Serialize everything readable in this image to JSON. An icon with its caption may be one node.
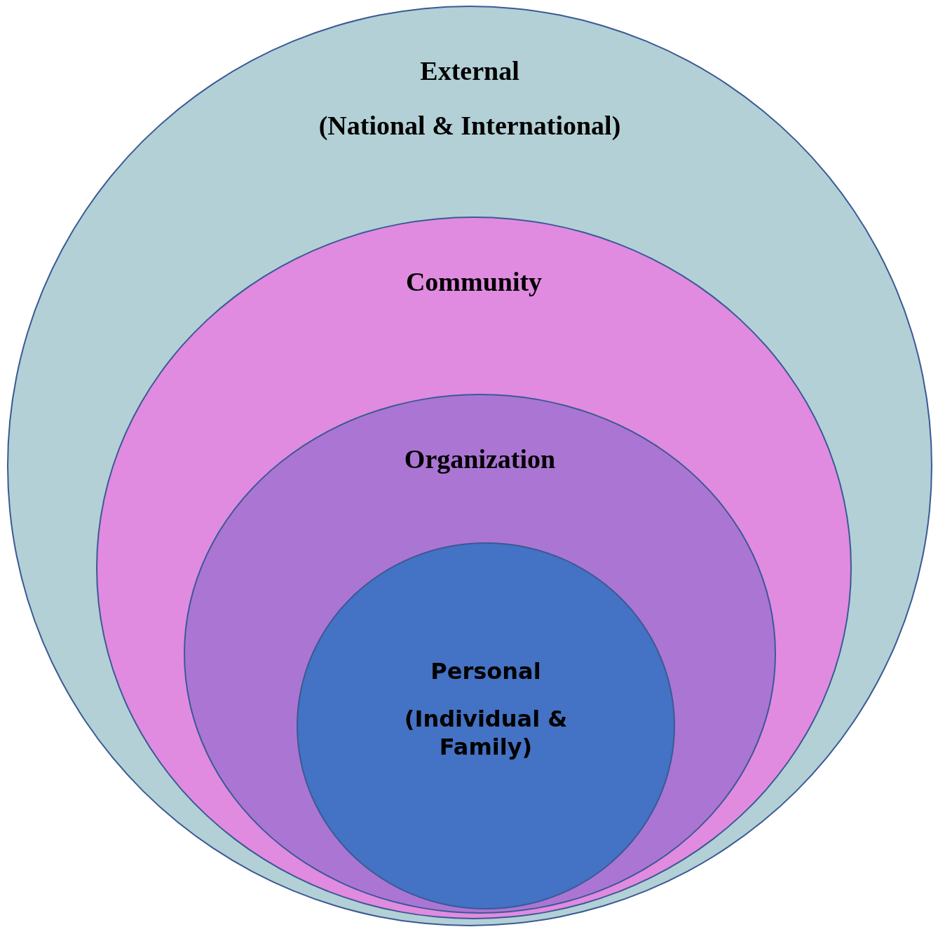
{
  "diagram": {
    "nodes": [
      {
        "text": [
          "External",
          "(National & International)"
        ]
      },
      {
        "text": [
          "Community"
        ],
        "in": 0
      },
      {
        "text": [
          "Organization"
        ],
        "in": 1
      },
      {
        "text": [
          "Personal",
          "(Individual & Family)"
        ],
        "in": 2
      }
    ]
  }
}
